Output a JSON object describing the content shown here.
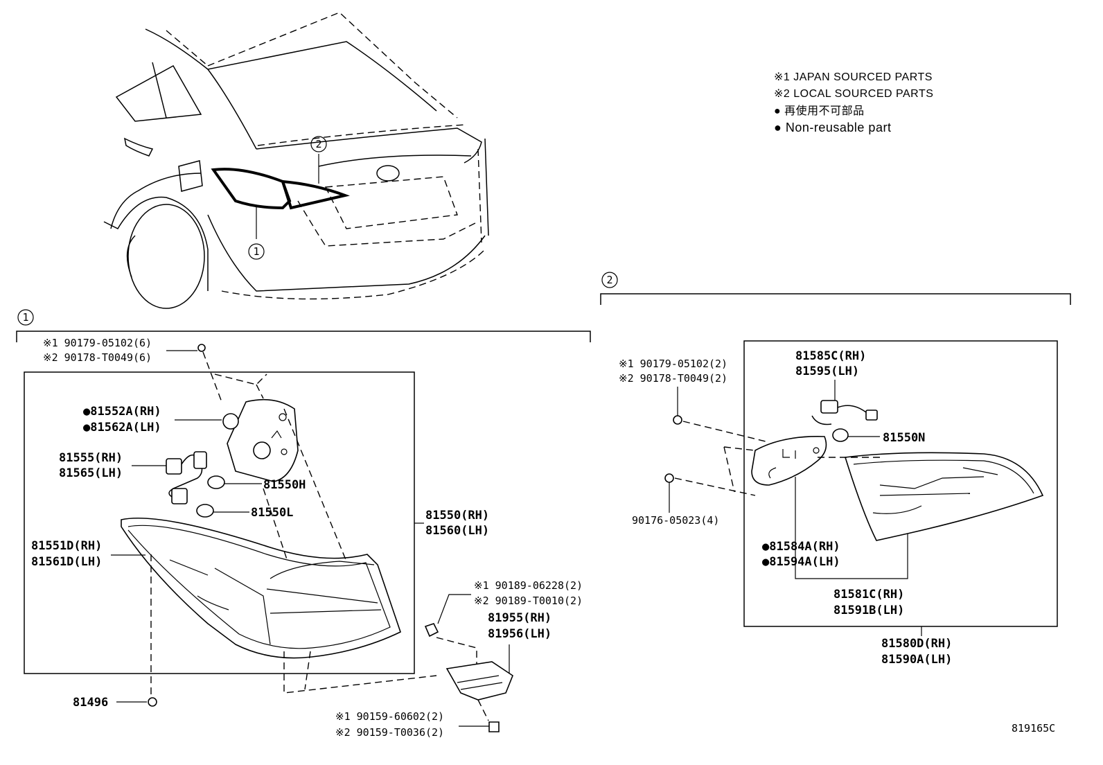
{
  "legend": {
    "note1": "※1 JAPAN SOURCED PARTS",
    "note2": "※2 LOCAL SOURCED PARTS",
    "non_reusable_ja": "● 再使用不可部品",
    "non_reusable_en": "● Non-reusable part"
  },
  "callouts": {
    "one": "1",
    "two": "2"
  },
  "section1": {
    "screw_top_1": "※1 90179-05102(6)",
    "screw_top_2": "※2 90178-T0049(6)",
    "gasket_rh": "●81552A(RH)",
    "gasket_lh": "●81562A(LH)",
    "socket_rh": "81555(RH)",
    "socket_lh": "81565(LH)",
    "bulb_h": "81550H",
    "bulb_l": "81550L",
    "assy_rh": "81550(RH)",
    "assy_lh": "81560(LH)",
    "lens_rh": "81551D(RH)",
    "lens_lh": "81561D(LH)",
    "clip": "81496",
    "screw_mid_1": "※1 90189-06228(2)",
    "screw_mid_2": "※2 90189-T0010(2)",
    "bracket_rh": "81955(RH)",
    "bracket_lh": "81956(LH)",
    "screw_bot_1": "※1 90159-60602(2)",
    "screw_bot_2": "※2 90159-T0036(2)"
  },
  "section2": {
    "screw_1": "※1 90179-05102(2)",
    "screw_2": "※2 90178-T0049(2)",
    "nut": "90176-05023(4)",
    "socket_rh": "81585C(RH)",
    "socket_lh": "81595(LH)",
    "bulb_n": "81550N",
    "gasket_rh": "●81584A(RH)",
    "gasket_lh": "●81594A(LH)",
    "lens_rh": "81581C(RH)",
    "lens_lh": "81591B(LH)",
    "assy_rh": "81580D(RH)",
    "assy_lh": "81590A(LH)"
  },
  "figure_id": "819165C"
}
